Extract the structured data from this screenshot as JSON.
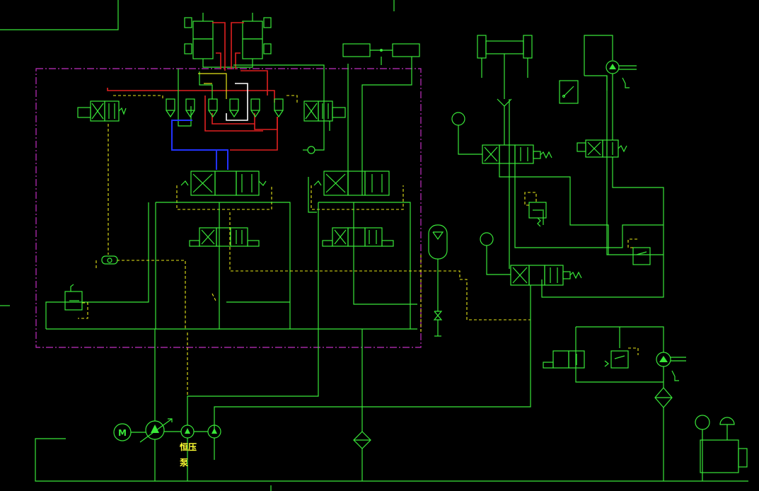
{
  "labels": {
    "pump_label_1": "恒压",
    "pump_label_2": "泵",
    "motor_letter": "M"
  },
  "colors": {
    "line": "#39e639",
    "pilot": "#e6e619",
    "pressure": "#e02020",
    "return": "#2233ff",
    "boundary": "#c030c0",
    "highlight": "#ffffff",
    "background": "#000000"
  }
}
